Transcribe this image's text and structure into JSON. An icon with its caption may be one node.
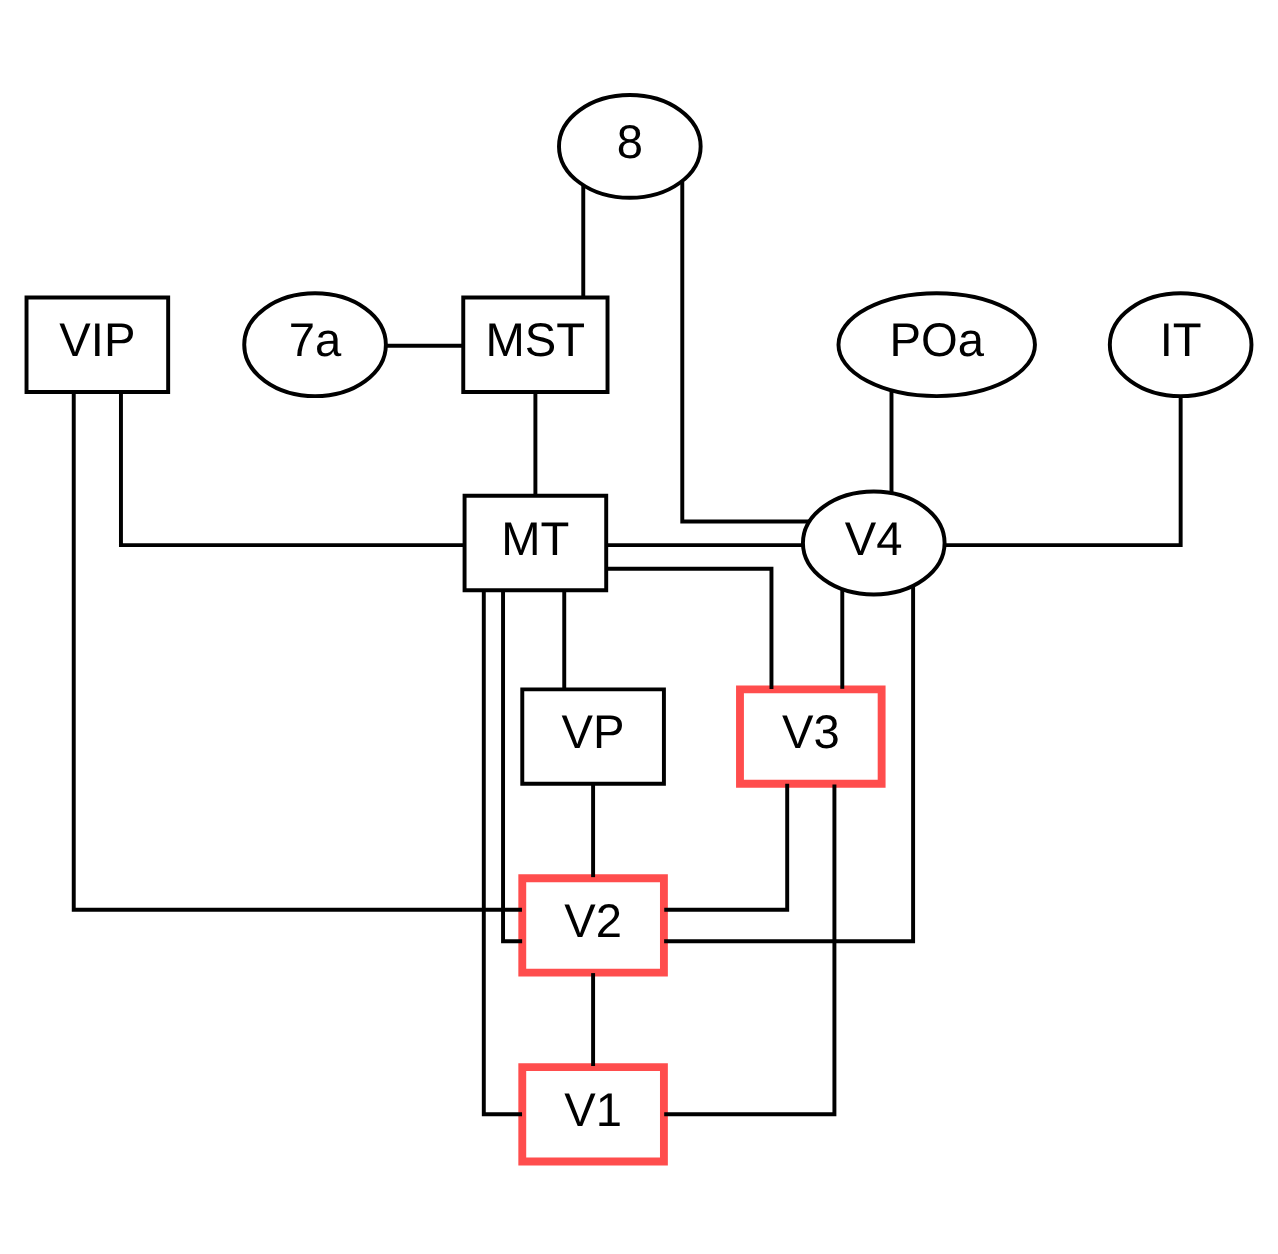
{
  "diagram": {
    "nodes": [
      {
        "text": [
          "8"
        ]
      },
      {
        "text": [
          "7a"
        ]
      },
      {
        "text": [
          "MST"
        ]
      },
      {
        "text": [
          "VIP"
        ]
      },
      {
        "text": [
          "POa"
        ]
      },
      {
        "text": [
          "IT"
        ]
      },
      {
        "text": [
          "MT"
        ]
      },
      {
        "text": [
          "V4"
        ]
      },
      {
        "text": [
          "V3"
        ]
      },
      {
        "text": [
          "VP"
        ]
      },
      {
        "text": [
          "V2"
        ]
      },
      {
        "text": [
          "V1"
        ]
      }
    ],
    "edges": [
      {
        "from": 0,
        "to": 2,
        "arrow": "none"
      },
      {
        "from": 0,
        "to": 7,
        "arrow": "none"
      },
      {
        "from": 1,
        "to": 2,
        "arrow": "none"
      },
      {
        "from": 2,
        "to": 6,
        "arrow": "none"
      },
      {
        "from": 3,
        "to": 6,
        "arrow": "none"
      },
      {
        "from": 3,
        "to": 10,
        "arrow": "none"
      },
      {
        "from": 4,
        "to": 7,
        "arrow": "none"
      },
      {
        "from": 5,
        "to": 7,
        "arrow": "none"
      },
      {
        "from": 6,
        "to": 7,
        "arrow": "none"
      },
      {
        "from": 6,
        "to": 11,
        "arrow": "none"
      },
      {
        "from": 6,
        "to": 10,
        "arrow": "none"
      },
      {
        "from": 6,
        "to": 8,
        "arrow": "none"
      },
      {
        "from": 6,
        "to": 9,
        "arrow": "none"
      },
      {
        "from": 7,
        "to": 8,
        "arrow": "none"
      },
      {
        "from": 7,
        "to": 10,
        "arrow": "none"
      },
      {
        "from": 9,
        "to": 10,
        "arrow": "none"
      },
      {
        "from": 8,
        "to": 10,
        "arrow": "none"
      },
      {
        "from": 8,
        "to": 11,
        "arrow": "none"
      },
      {
        "from": 10,
        "to": 11,
        "arrow": "none"
      }
    ]
  }
}
